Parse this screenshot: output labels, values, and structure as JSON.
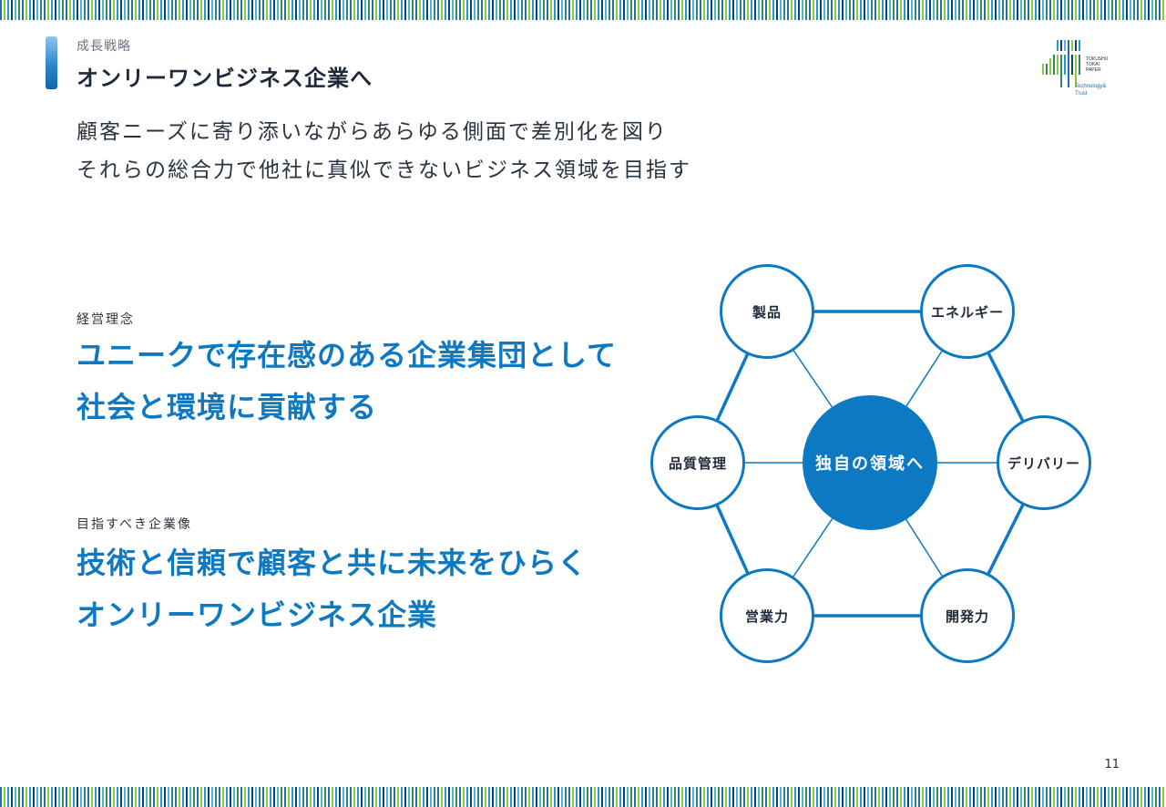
{
  "header": {
    "section_label": "成長戦略",
    "title": "オンリーワンビジネス企業へ"
  },
  "lead": {
    "lines": [
      "顧客ニーズに寄り添いながらあらゆる側面で差別化を図り",
      "それらの総合力で他社に真似できないビジネス領域を目指す"
    ]
  },
  "philosophy": {
    "label": "経営理念",
    "lines": [
      "ユニークで存在感のある企業集団として",
      "社会と環境に貢献する"
    ]
  },
  "vision": {
    "label": "目指すべき企業像",
    "lines": [
      "技術と信頼で顧客と共に未来をひらく",
      "オンリーワンビジネス企業"
    ]
  },
  "diagram": {
    "center": "独自の領域へ",
    "nodes": [
      "製品",
      "エネルギー",
      "デリバリー",
      "開発力",
      "営業力",
      "品質管理"
    ]
  },
  "logo": {
    "lines": [
      "TOKUSHU",
      "TOKAI",
      "PAPER"
    ],
    "tagline_1": "Technology&",
    "tagline_2": "Trust"
  },
  "page_number": "11",
  "colors": {
    "accent_blue": "#0d79c2",
    "text_dark": "#1e2a3a",
    "stripe_green": "#8cc63f"
  }
}
